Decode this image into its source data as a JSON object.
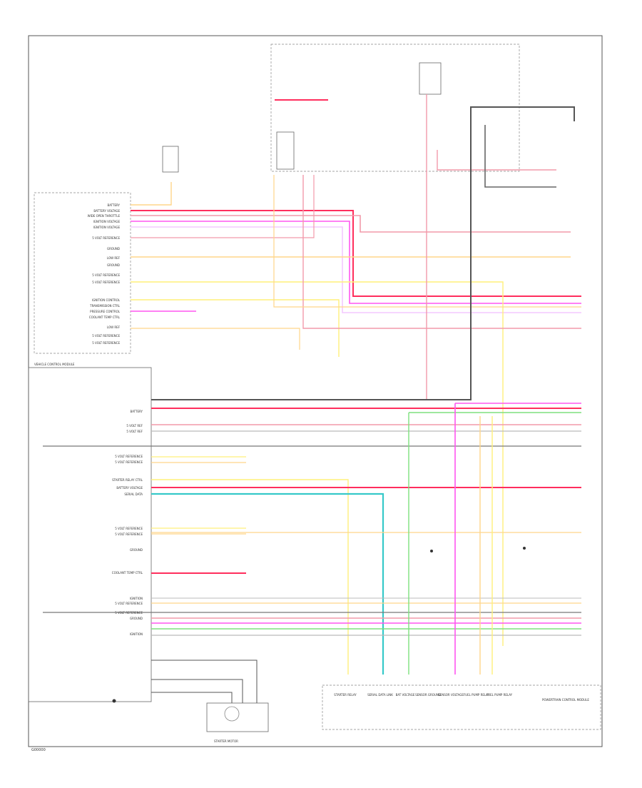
{
  "footer": {
    "code": "G00000"
  },
  "modules": {
    "pcm": {
      "title": "POWERTRAIN CONTROL MODULE"
    },
    "ecm": {
      "title": "VEHICLE CONTROL MODULE"
    },
    "connector": {
      "title": "STARTER MOTOR"
    }
  },
  "left_pins": [
    "BATTERY",
    "BATTERY VOLTAGE",
    "WIDE OPEN THROTTLE",
    "IGNITION VOLTAGE",
    "IGNITION VOLTAGE",
    "5 VOLT REFERENCE",
    "GROUND",
    "LOW REF",
    "GROUND",
    "5 VOLT REFERENCE",
    "5 VOLT REFERENCE"
  ],
  "left_pins_2": [
    "IGNITION CONTROL",
    "TRANSMISSION CTRL",
    "PRESSURE CONTROL",
    "COOLANT TEMP CTRL",
    "LOW REF",
    "5 VOLT REFERENCE",
    "5 VOLT REFERENCE"
  ],
  "ecm_pins": [
    "BATTERY",
    "5 VOLT REF",
    "5 VOLT REF",
    "5 VOLT REFERENCE",
    "5 VOLT REFERENCE",
    "STARTER RELAY CTRL",
    "BATTERY VOLTAGE",
    "SERIAL DATA",
    "5 VOLT REFERENCE",
    "5 VOLT REFERENCE",
    "GROUND",
    "COOLANT TEMP CTRL",
    "IGNITION",
    "5 VOLT REFERENCE",
    "5 VOLT REFERENCE",
    "GROUND",
    "IGNITION"
  ],
  "bottom_labels": [
    "STARTER RELAY",
    "SERIAL DATA LINK",
    "BAT VOLTAGE",
    "SENSOR GROUND",
    "SENSOR VOLTAGE",
    "FUEL PUMP RELAY",
    "FUEL PUMP RELAY"
  ],
  "wires": [
    {
      "color": "#f29aaa",
      "kind": "red"
    },
    {
      "color": "#ff2e5d",
      "kind": "red-bright"
    },
    {
      "color": "#f3c9ff",
      "kind": "pink"
    },
    {
      "color": "#ff56f0",
      "kind": "magenta"
    },
    {
      "color": "#ffd58a",
      "kind": "orange"
    },
    {
      "color": "#fff07a",
      "kind": "yellow"
    },
    {
      "color": "#7ee07e",
      "kind": "green"
    },
    {
      "color": "#36c9c9",
      "kind": "teal"
    },
    {
      "color": "#555555",
      "kind": "ground"
    }
  ]
}
